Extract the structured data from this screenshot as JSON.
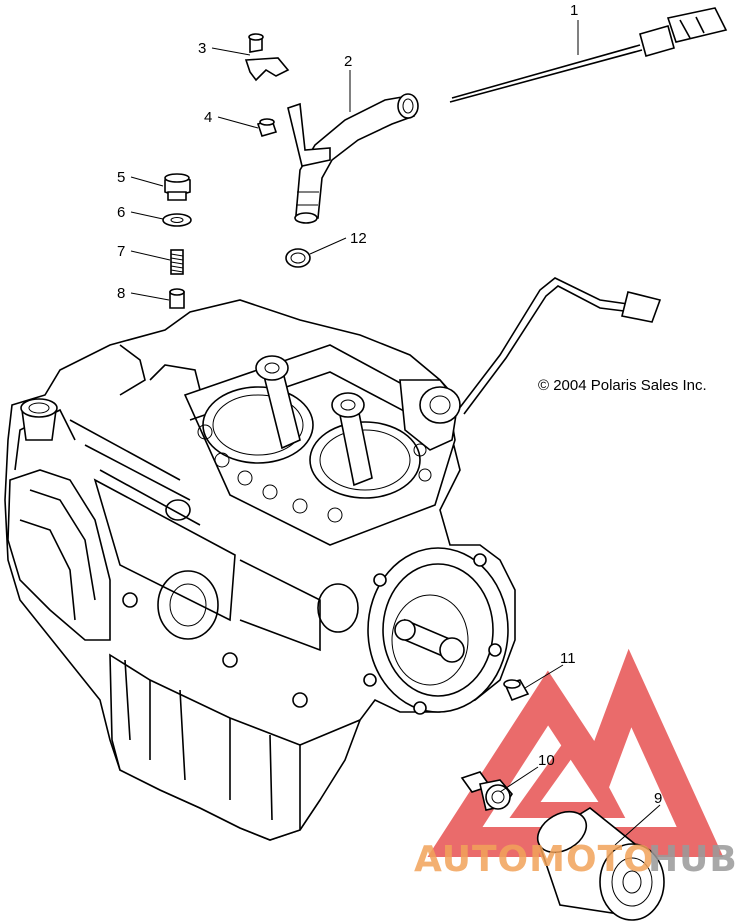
{
  "copyright": "© 2004 Polaris Sales Inc.",
  "watermark": {
    "text_left": "AUTOMOTO",
    "text_right": "HUB",
    "colors": {
      "triangle": "#e43a3a",
      "text_left": "#f2a35a",
      "text_right": "#9a9a9a"
    }
  },
  "callouts": [
    {
      "id": "1",
      "label": "1"
    },
    {
      "id": "2",
      "label": "2"
    },
    {
      "id": "3",
      "label": "3"
    },
    {
      "id": "4",
      "label": "4"
    },
    {
      "id": "5",
      "label": "5"
    },
    {
      "id": "6",
      "label": "6"
    },
    {
      "id": "7",
      "label": "7"
    },
    {
      "id": "8",
      "label": "8"
    },
    {
      "id": "9",
      "label": "9"
    },
    {
      "id": "10",
      "label": "10"
    },
    {
      "id": "11",
      "label": "11"
    },
    {
      "id": "12",
      "label": "12"
    }
  ]
}
